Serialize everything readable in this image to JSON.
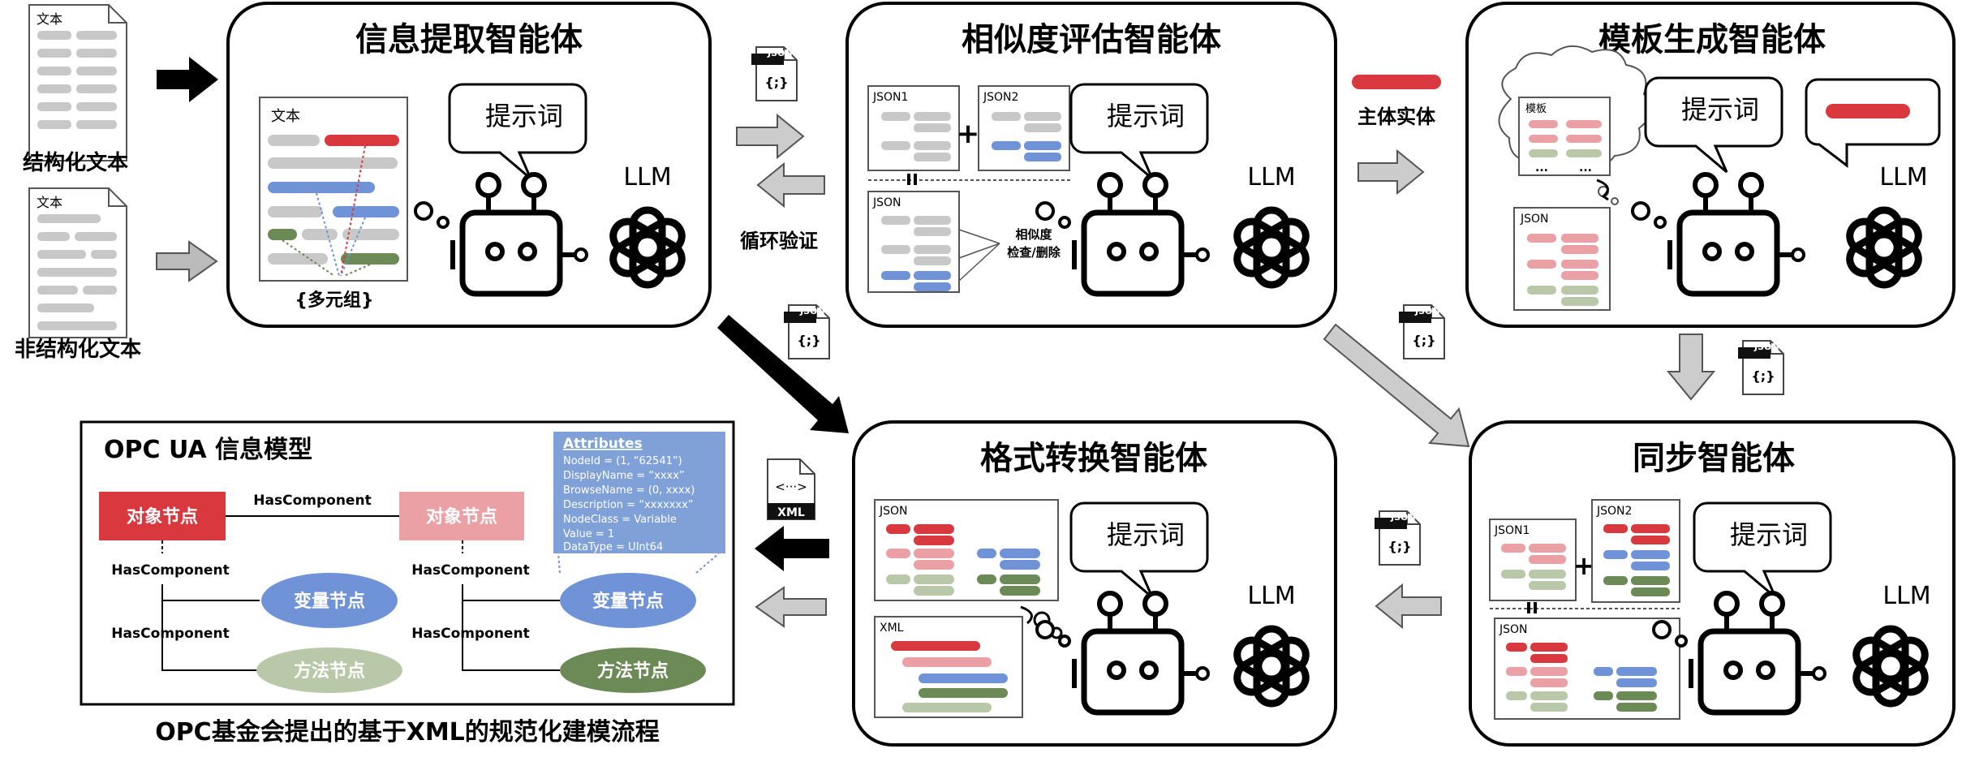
{
  "inputs": {
    "doc_label": "文本",
    "structured": "结构化文本",
    "unstructured": "非结构化文本"
  },
  "agents": {
    "extraction": {
      "title": "信息提取智能体",
      "prompt": "提示词",
      "llm": "LLM",
      "doc_label": "文本",
      "tuple": "{多元组}"
    },
    "similarity": {
      "title": "相似度评估智能体",
      "prompt": "提示词",
      "llm": "LLM",
      "json1": "JSON1",
      "json2": "JSON2",
      "json": "JSON",
      "check_line1": "相似度",
      "check_line2": "检查/删除"
    },
    "template": {
      "title": "模板生成智能体",
      "prompt": "提示词",
      "llm": "LLM",
      "thought_label": "模板",
      "json": "JSON",
      "ellipsis": "..."
    },
    "sync": {
      "title": "同步智能体",
      "prompt": "提示词",
      "llm": "LLM",
      "json1": "JSON1",
      "json2": "JSON2",
      "json": "JSON"
    },
    "format": {
      "title": "格式转换智能体",
      "prompt": "提示词",
      "llm": "LLM",
      "json": "JSON",
      "xml": "XML"
    }
  },
  "flow": {
    "json_tag": "JSON",
    "json_glyph": "{;}",
    "xml_tag": "XML",
    "xml_glyph": "<···>",
    "loop_label": "循环验证",
    "entity_label": "主体实体"
  },
  "opc": {
    "title": "OPC UA 信息模型",
    "caption": "OPC基金会提出的基于XML的规范化建模流程",
    "object_node": "对象节点",
    "variable_node": "变量节点",
    "method_node": "方法节点",
    "has_component": "HasComponent",
    "attributes": {
      "header": "Attributes",
      "lines": [
        "NodeId = (1, “62541”)",
        "DisplayName = “xxxx”",
        "BrowseName = (0, xxxx)",
        "Description = “xxxxxxx”",
        "NodeClass = Variable",
        "Value = 1",
        "DataType = UInt64"
      ]
    }
  },
  "colors": {
    "red": "#d9383f",
    "pink": "#eaa0a4",
    "blue": "#6f93d6",
    "green": "#6b8a55",
    "light_green": "#b8c8a8",
    "gray": "#c8c8c8",
    "attr_box": "#7fa1d8"
  }
}
